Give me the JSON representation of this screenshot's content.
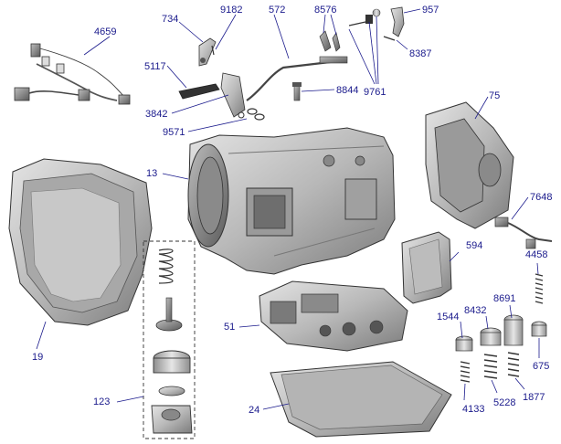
{
  "parts": [
    {
      "id": "p4659",
      "number": "4659"
    },
    {
      "id": "p734",
      "number": "734"
    },
    {
      "id": "p9182",
      "number": "9182"
    },
    {
      "id": "p572",
      "number": "572"
    },
    {
      "id": "p8576",
      "number": "8576"
    },
    {
      "id": "p957",
      "number": "957"
    },
    {
      "id": "p8387",
      "number": "8387"
    },
    {
      "id": "p9761",
      "number": "9761"
    },
    {
      "id": "p5117",
      "number": "5117"
    },
    {
      "id": "p8844",
      "number": "8844"
    },
    {
      "id": "p3842",
      "number": "3842"
    },
    {
      "id": "p9571",
      "number": "9571"
    },
    {
      "id": "p75",
      "number": "75"
    },
    {
      "id": "p13",
      "number": "13"
    },
    {
      "id": "p7648",
      "number": "7648"
    },
    {
      "id": "p594",
      "number": "594"
    },
    {
      "id": "p4458",
      "number": "4458"
    },
    {
      "id": "p51",
      "number": "51"
    },
    {
      "id": "p1544",
      "number": "1544"
    },
    {
      "id": "p8432",
      "number": "8432"
    },
    {
      "id": "p8691",
      "number": "8691"
    },
    {
      "id": "p19",
      "number": "19"
    },
    {
      "id": "p675",
      "number": "675"
    },
    {
      "id": "p123",
      "number": "123"
    },
    {
      "id": "p24",
      "number": "24"
    },
    {
      "id": "p4133",
      "number": "4133"
    },
    {
      "id": "p5228",
      "number": "5228"
    },
    {
      "id": "p1877",
      "number": "1877"
    }
  ]
}
